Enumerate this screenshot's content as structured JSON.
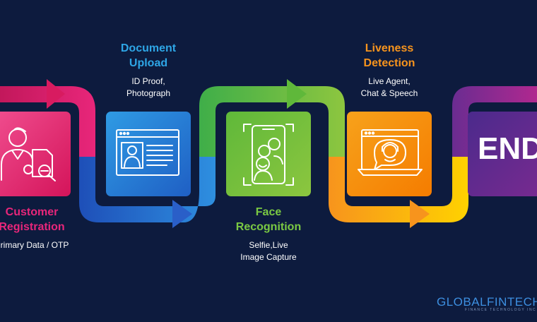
{
  "steps": [
    {
      "title1": "Customer",
      "title2": "Registration",
      "subtitle1": "Primary Data / OTP",
      "color": "#e8267a",
      "icon": "user-document-icon"
    },
    {
      "title1": "Document",
      "title2": "Upload",
      "subtitle1": "ID Proof,",
      "subtitle2": "Photograph",
      "color": "#2ea6e6",
      "icon": "id-card-icon"
    },
    {
      "title1": "Face",
      "title2": "Recognition",
      "subtitle1": "Selfie,Live",
      "subtitle2": "Image Capture",
      "color": "#7ac943",
      "icon": "face-scan-icon"
    },
    {
      "title1": "Liveness",
      "title2": "Detection",
      "subtitle1": "Live Agent,",
      "subtitle2": "Chat & Speech",
      "color": "#f7941d",
      "icon": "live-agent-icon"
    }
  ],
  "end_label": "END",
  "brand": {
    "name": "GLOBALFINTECH",
    "tagline": "FINANCE TECHNOLOGY INC"
  },
  "colors": {
    "background": "#0d1b3e",
    "pink": "#e8267a",
    "blue": "#2e6fd6",
    "green": "#7ac943",
    "orange": "#f7941d",
    "purple": "#8e2a8f"
  }
}
